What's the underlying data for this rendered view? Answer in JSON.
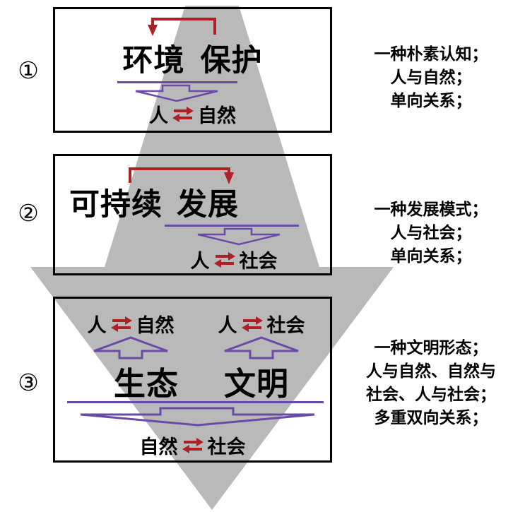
{
  "colors": {
    "red_accent": "#ac2026",
    "purple_accent": "#6a4aa5",
    "gray_arrow": "#b9b9b9",
    "text": "#000000"
  },
  "icons": {
    "background": "large-gray-down-arrow",
    "feedback_box1": "red-bracket-arrow-pointing-down-left",
    "feedback_box2": "red-bracket-arrow-pointing-down-right",
    "exchange": "red-double-exchange-arrows",
    "hollow_down_arrow": "purple-hollow-down-arrow",
    "hollow_up_arrow": "purple-hollow-up-arrow"
  },
  "boxes": [
    {
      "number": "①",
      "title_left": "环境",
      "title_right": "保护",
      "pair_left": "人",
      "pair_right": "自然",
      "notes": [
        "一种朴素认知；",
        "人与自然；",
        "单向关系；"
      ]
    },
    {
      "number": "②",
      "title_left": "可持续",
      "title_right": "发展",
      "pair_left": "人",
      "pair_right": "社会",
      "notes": [
        "一种发展模式；",
        "人与社会；",
        "单向关系；"
      ]
    },
    {
      "number": "③",
      "title_left": "生态",
      "title_right": "文明",
      "pairs_top": [
        {
          "left": "人",
          "right": "自然"
        },
        {
          "left": "人",
          "right": "社会"
        }
      ],
      "pair_bottom": {
        "left": "自然",
        "right": "社会"
      },
      "notes": [
        "一种文明形态；",
        "人与自然、自然与",
        "社会、人与社会；",
        "多重双向关系；"
      ]
    }
  ]
}
